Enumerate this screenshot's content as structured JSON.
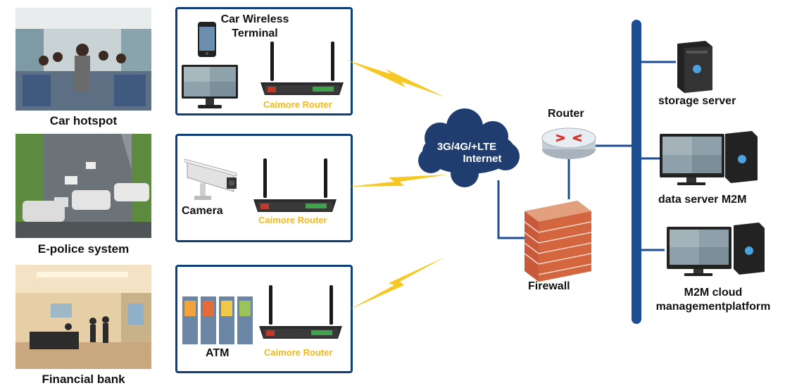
{
  "scenarios": [
    {
      "caption": "Car hotspot"
    },
    {
      "caption": "E-police system"
    },
    {
      "caption": "Financial bank"
    }
  ],
  "panels": [
    {
      "device_label": "Car Wireless\nTerminal",
      "router_label": "Caimore Router"
    },
    {
      "device_label": "Camera",
      "router_label": "Caimore Router"
    },
    {
      "device_label": "ATM",
      "router_label": "Caimore Router"
    }
  ],
  "cloud": {
    "line1": "3G/4G/+LTE",
    "line2": "Internet"
  },
  "router": {
    "label": "Router"
  },
  "firewall": {
    "label": "Firewall"
  },
  "servers": [
    {
      "label": "storage server"
    },
    {
      "label": "data server M2M"
    },
    {
      "label": "M2M cloud\nmanagementplatform"
    }
  ],
  "colors": {
    "panel_border": "#0f3f78",
    "bus": "#1d4e93",
    "lightning": "#f5c518",
    "router_text": "#f2b71e",
    "cloud": "#1f3d6e"
  }
}
